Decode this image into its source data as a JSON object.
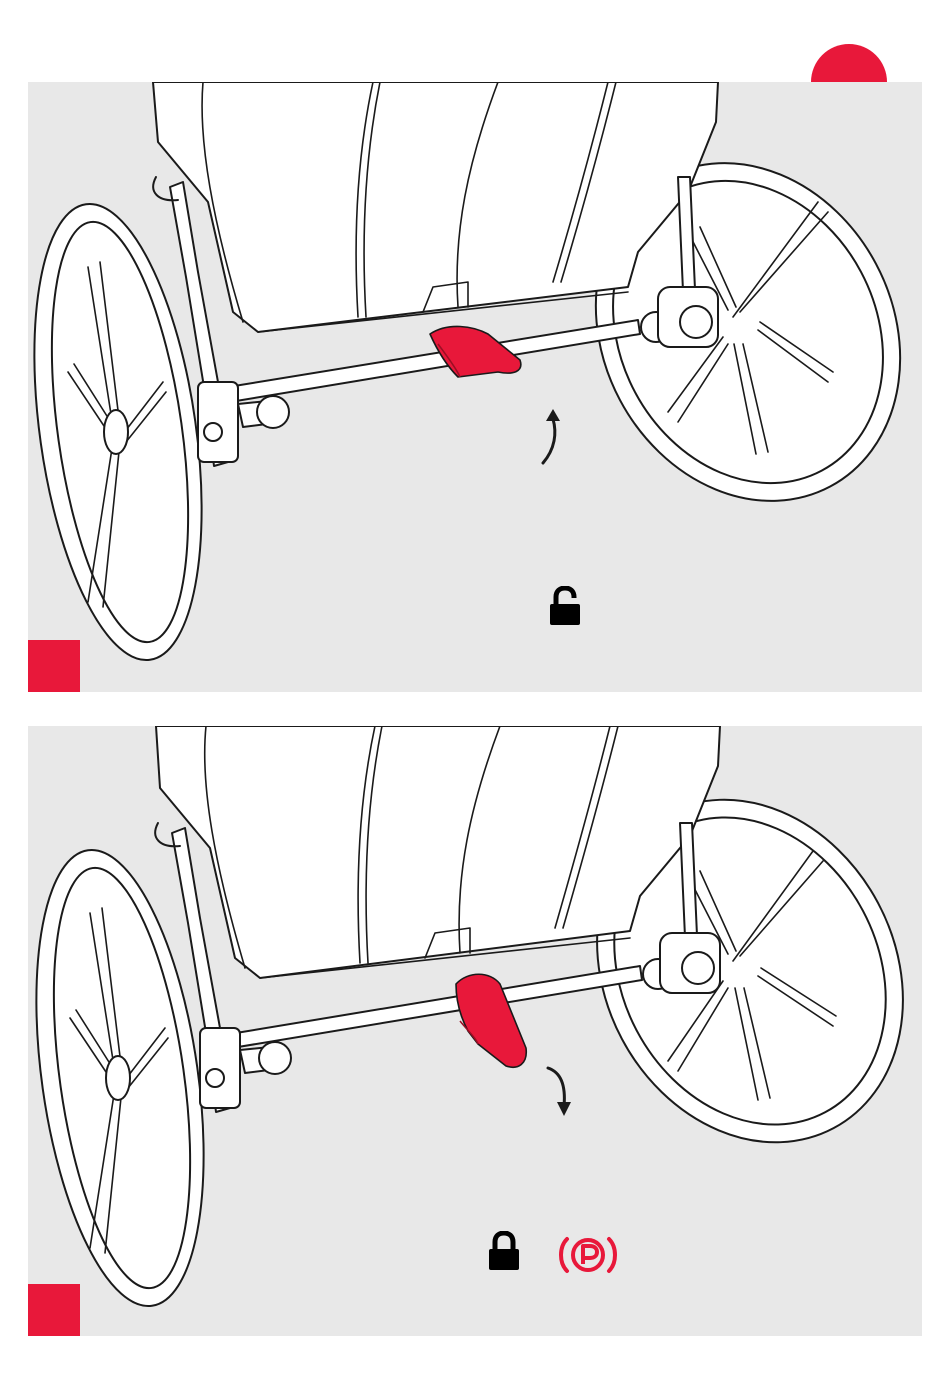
{
  "colors": {
    "accent": "#e8183a",
    "panel_bg": "#e8e8e8",
    "line": "#1a1a1a",
    "fill": "#ffffff"
  },
  "header": {
    "indicator": "red-dot"
  },
  "panels": [
    {
      "step_marker": "red-square",
      "brake_state": "unlocked",
      "lever_motion": "up",
      "icons": [
        "curved-arrow-up-icon",
        "padlock-open-icon"
      ]
    },
    {
      "step_marker": "red-square",
      "brake_state": "locked",
      "lever_motion": "down",
      "icons": [
        "curved-arrow-down-icon",
        "padlock-closed-icon",
        "parking-brake-icon"
      ]
    }
  ]
}
